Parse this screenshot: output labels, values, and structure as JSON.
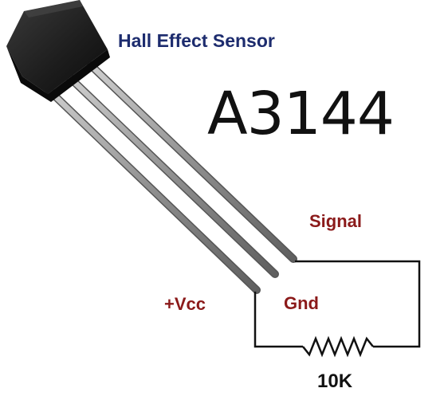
{
  "title": "Hall Effect Sensor",
  "part_number": "A3144",
  "pins": {
    "signal": "Signal",
    "vcc": "+Vcc",
    "gnd": "Gnd"
  },
  "resistor": "10K",
  "colors": {
    "title": "#1d2c6e",
    "pin_labels": "#8b1a1a",
    "part_number": "#111111",
    "sensor_body": "#1c1c1c",
    "leads": "#9a9a9a",
    "wire": "#111111"
  }
}
